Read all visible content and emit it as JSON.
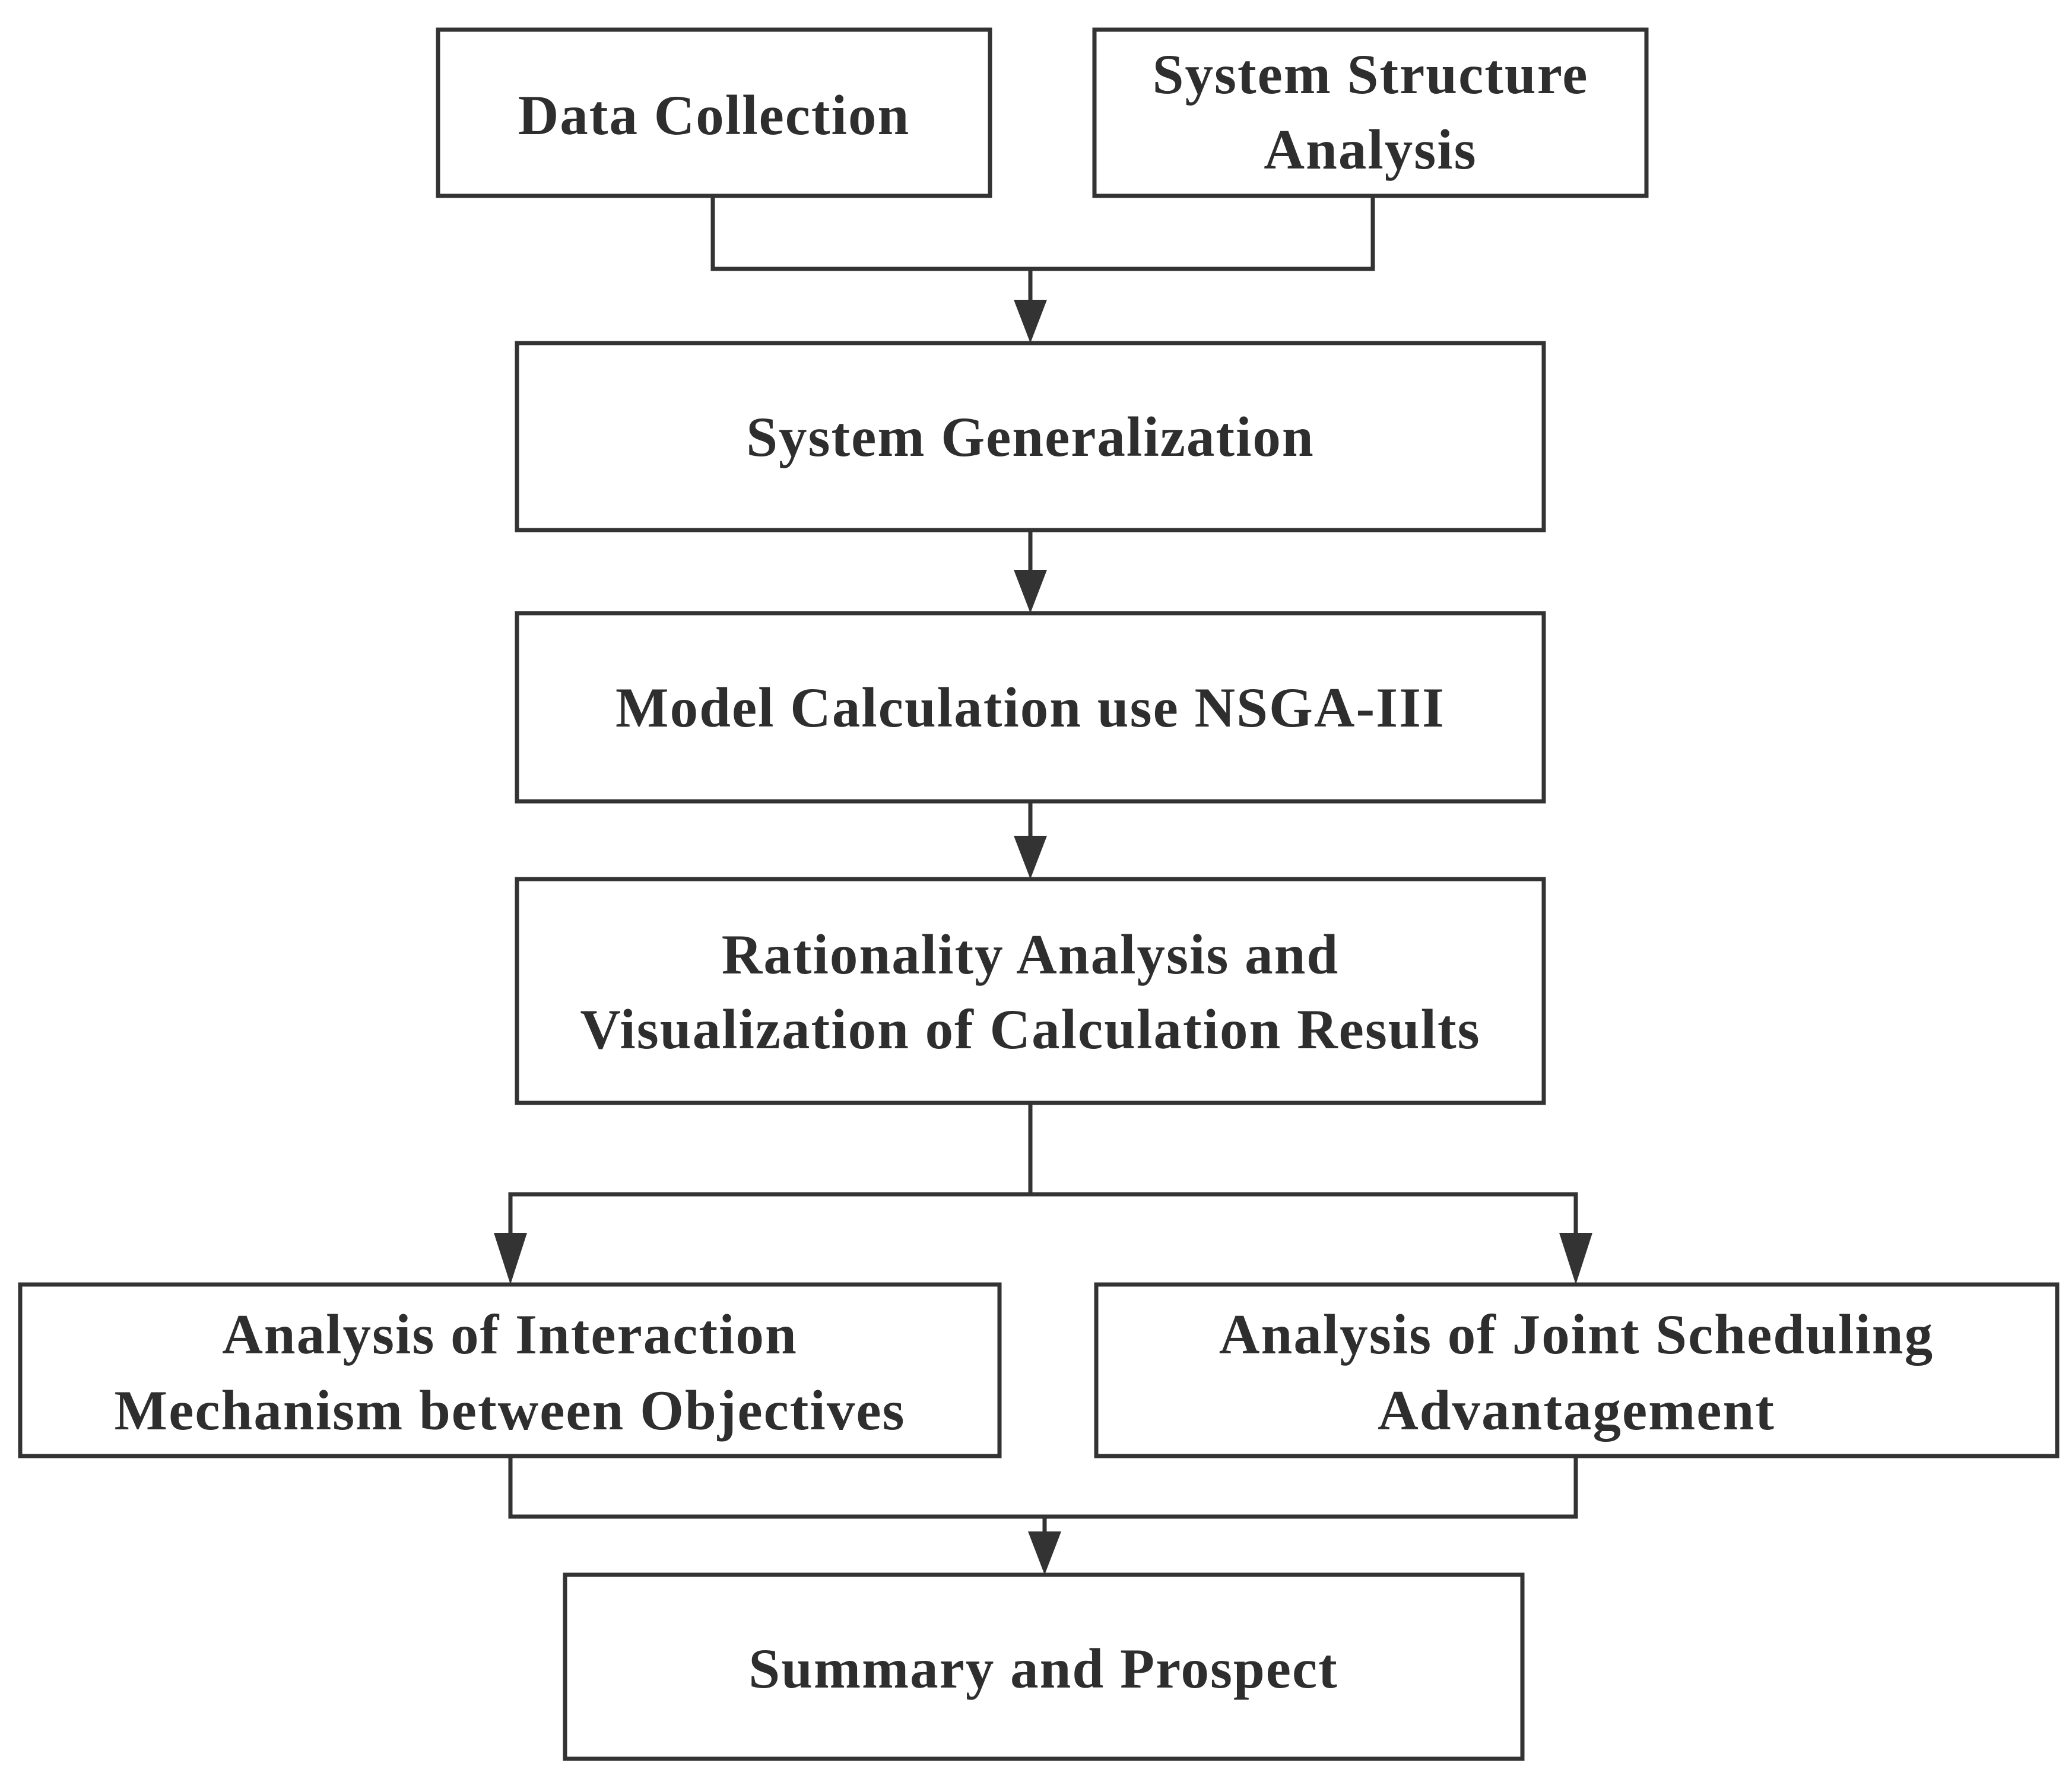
{
  "nodes": [
    {
      "id": "data-collection",
      "lines": [
        "Data Collection"
      ]
    },
    {
      "id": "system-structure-analysis",
      "lines": [
        "System Structure",
        "Analysis"
      ]
    },
    {
      "id": "system-generalization",
      "lines": [
        "System Generalization"
      ]
    },
    {
      "id": "model-calculation",
      "lines": [
        "Model Calculation use NSGA-III"
      ]
    },
    {
      "id": "rationality-analysis",
      "lines": [
        "Rationality Analysis and",
        "Visualization of Calculation Results"
      ]
    },
    {
      "id": "interaction-mechanism",
      "lines": [
        "Analysis of Interaction",
        "Mechanism between Objectives"
      ]
    },
    {
      "id": "joint-scheduling",
      "lines": [
        "Analysis of Joint Scheduling",
        "Advantagement"
      ]
    },
    {
      "id": "summary-prospect",
      "lines": [
        "Summary and Prospect"
      ]
    }
  ],
  "edges": [
    {
      "from": [
        "data-collection",
        "system-structure-analysis"
      ],
      "to": "system-generalization"
    },
    {
      "from": [
        "system-generalization"
      ],
      "to": "model-calculation"
    },
    {
      "from": [
        "model-calculation"
      ],
      "to": "rationality-analysis"
    },
    {
      "from": [
        "rationality-analysis"
      ],
      "to": "interaction-mechanism"
    },
    {
      "from": [
        "rationality-analysis"
      ],
      "to": "joint-scheduling"
    },
    {
      "from": [
        "interaction-mechanism",
        "joint-scheduling"
      ],
      "to": "summary-prospect"
    }
  ],
  "colors": {
    "stroke": "#333333",
    "text": "#2e2e2e",
    "background": "#ffffff"
  }
}
